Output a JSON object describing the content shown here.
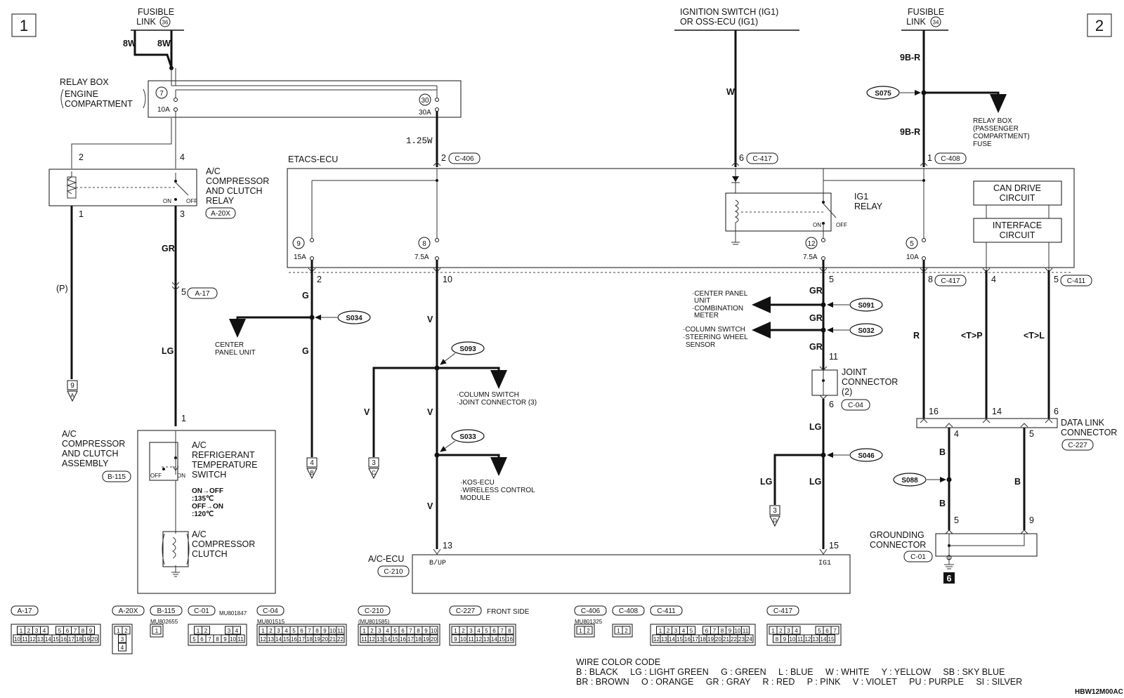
{
  "page_markers": {
    "left": "1",
    "right": "2"
  },
  "sources": {
    "fusible_link_36": [
      "FUSIBLE",
      "LINK",
      "36"
    ],
    "ignition": [
      "IGNITION SWITCH (IG1)",
      "OR OSS-ECU (IG1)"
    ],
    "fusible_link_34": [
      "FUSIBLE",
      "LINK",
      "34"
    ]
  },
  "relay_box": {
    "lines": [
      "RELAY BOX",
      "ENGINE",
      "COMPARTMENT"
    ],
    "fuse7": "7",
    "fuse7_amp": "10A",
    "fuse30": "30",
    "fuse30_amp": "30A"
  },
  "ac_relay": {
    "lines": [
      "A/C",
      "COMPRESSOR",
      "AND CLUTCH",
      "RELAY"
    ],
    "code": "A-20X",
    "pin2": "2",
    "pin4": "4",
    "pin1": "1",
    "pin3": "3",
    "on": "ON",
    "off": "OFF"
  },
  "etacs": {
    "title": "ETACS-ECU",
    "fuse9": "9",
    "fuse9_amp": "15A",
    "fuse8": "8",
    "fuse8_amp": "7.5A",
    "fuse12": "12",
    "fuse12_amp": "7.5A",
    "fuse5": "5",
    "fuse5_amp": "10A",
    "ig1_relay": [
      "IG1",
      "RELAY"
    ],
    "on": "ON",
    "off": "OFF",
    "can": [
      "CAN DRIVE",
      "CIRCUIT"
    ],
    "interface": [
      "INTERFACE",
      "CIRCUIT"
    ]
  },
  "wires": {
    "w8w_a": "8W",
    "w8w_b": "8W",
    "w125w": "1.25W",
    "pin2_c406": "2",
    "c406": "C-406",
    "w_w": "W",
    "pin6_c417": "6",
    "c417_top": "C-417",
    "w9br_a": "9B-R",
    "w9br_b": "9B-R",
    "pin1_c408": "1",
    "c408": "C-408",
    "gr": "GR",
    "p": "(P)",
    "pin5_a17": "5",
    "a17": "A-17",
    "lg": "LG",
    "pin_out2": "2",
    "g1": "G",
    "g2": "G",
    "pin_out10": "10",
    "v1": "V",
    "v2": "V",
    "v3": "V",
    "v4": "V",
    "pin_out5": "5",
    "gr1": "GR",
    "gr2": "GR",
    "gr3": "GR",
    "pin11": "11",
    "pin6": "6",
    "c04": "C-04",
    "lg1": "LG",
    "lg2": "LG",
    "lg3": "LG",
    "pin15": "15",
    "pin8_c417": "8",
    "c417_bot": "C-417",
    "r": "R",
    "pin4": "4",
    "tp": "<T>P",
    "pin5_c411": "5",
    "c411": "C-411",
    "tl": "<T>L",
    "pin16": "16",
    "pin14": "14",
    "pin6_dl": "6",
    "pin4_dl": "4",
    "pin5_dl": "5",
    "b1": "B",
    "b2": "B",
    "b3": "B",
    "pin5_gc": "5",
    "pin9_gc": "9",
    "pin13": "13",
    "pin1_comp": "1"
  },
  "splices": {
    "s075": "S075",
    "s034": "S034",
    "s093": "S093",
    "s033": "S033",
    "s091": "S091",
    "s032": "S032",
    "s046": "S046",
    "s088": "S088"
  },
  "branches": {
    "relay_pass": [
      "RELAY BOX",
      "(PASSENGER",
      "COMPARTMENT)",
      "FUSE"
    ],
    "center_panel": [
      "CENTER",
      "PANEL UNIT"
    ],
    "col_switch_jc": [
      "·COLUMN SWITCH",
      "·JOINT CONNECTOR (3)"
    ],
    "kos": [
      "·KOS-ECU",
      "·WIRELESS CONTROL",
      "MODULE"
    ],
    "s091_dest": [
      "·CENTER PANEL",
      "UNIT",
      "·COMBINATION",
      "METER"
    ],
    "s032_dest": [
      "·COLUMN SWITCH",
      "·STEERING WHEEL",
      "SENSOR"
    ]
  },
  "refs": {
    "r9": "9",
    "ra": "A",
    "r4": "4",
    "rb": "B",
    "r3c": "3",
    "rc": "C",
    "r3d": "3",
    "rd": "D"
  },
  "joint_connector": {
    "lines": [
      "JOINT",
      "CONNECTOR",
      "(2)"
    ]
  },
  "data_link": {
    "lines": [
      "DATA LINK",
      "CONNECTOR"
    ],
    "code": "C-227"
  },
  "grounding": {
    "lines": [
      "GROUNDING",
      "CONNECTOR"
    ],
    "code": "C-01",
    "ground_ref": "6"
  },
  "ac_ecu": {
    "title": "A/C-ECU",
    "code": "C-210",
    "bup": "B/UP",
    "ig1": "IG1"
  },
  "compressor": {
    "lines": [
      "A/C",
      "COMPRESSOR",
      "AND CLUTCH",
      "ASSEMBLY"
    ],
    "code": "B-115",
    "switch": [
      "A/C",
      "REFRIGERANT",
      "TEMPERATURE",
      "SWITCH"
    ],
    "off": "OFF",
    "on": "ON",
    "spec": [
      "ON→OFF",
      ":135℃",
      "OFF→ON",
      ":120℃"
    ],
    "clutch": [
      "A/C",
      "COMPRESSOR",
      "CLUTCH"
    ]
  },
  "connectors": [
    {
      "code": "A-17",
      "part": "",
      "rows": [
        "1|2|3|4| |5|6|7|8|9",
        "10|11|12|13|14|15|16|17|18|19|20"
      ]
    },
    {
      "code": "A-20X",
      "part": "",
      "rows": [
        "1|2",
        "3",
        "4"
      ]
    },
    {
      "code": "B-115",
      "part": "MU802655",
      "rows": [
        "1"
      ]
    },
    {
      "code": "C-01",
      "part": "MU801847",
      "rows": [
        "1|2| | |3|4",
        "5|6|7|8|9|10|11"
      ]
    },
    {
      "code": "C-04",
      "part": "MU801515",
      "rows": [
        "1|2|3|4|5|6|7|8|9|10|11",
        "12|13|14|15|16|17|18|19|20|21|22"
      ]
    },
    {
      "code": "C-210",
      "part": "(MU801585)",
      "rows": [
        "1|2|3|4|5|6|7|8|9|10",
        "11|12|13|14|15|16|17|18|19|20"
      ]
    },
    {
      "code": "C-227",
      "part": "FRONT SIDE",
      "rows": [
        "1|2|3|4|5|6|7|8",
        "9|10|11|12|13|14|15|16"
      ]
    },
    {
      "code": "C-406",
      "part": "MU801325",
      "rows": [
        "1|2"
      ]
    },
    {
      "code": "C-408",
      "part": "",
      "rows": [
        "1|2"
      ]
    },
    {
      "code": "C-411",
      "part": "",
      "rows": [
        "1|2|3|4|5| |6|7|8|9|10|11",
        "12|13|14|15|16|17|18|19|20|21|22|23|24"
      ]
    },
    {
      "code": "C-417",
      "part": "",
      "rows": [
        "1|2|3|4| | |5|6|7",
        "8|9|10|11|12|13|14|15"
      ]
    }
  ],
  "wire_color_code": {
    "title": "WIRE COLOR CODE",
    "line1": "B : BLACK     LG : LIGHT GREEN     G : GREEN     L : BLUE     W : WHITE     Y : YELLOW     SB : SKY BLUE",
    "line2": "BR : BROWN     O : ORANGE     GR : GRAY     R : RED     P : PINK     V : VIOLET     PU : PURPLE     SI : SILVER"
  },
  "figure_id": "HBW12M00AC"
}
